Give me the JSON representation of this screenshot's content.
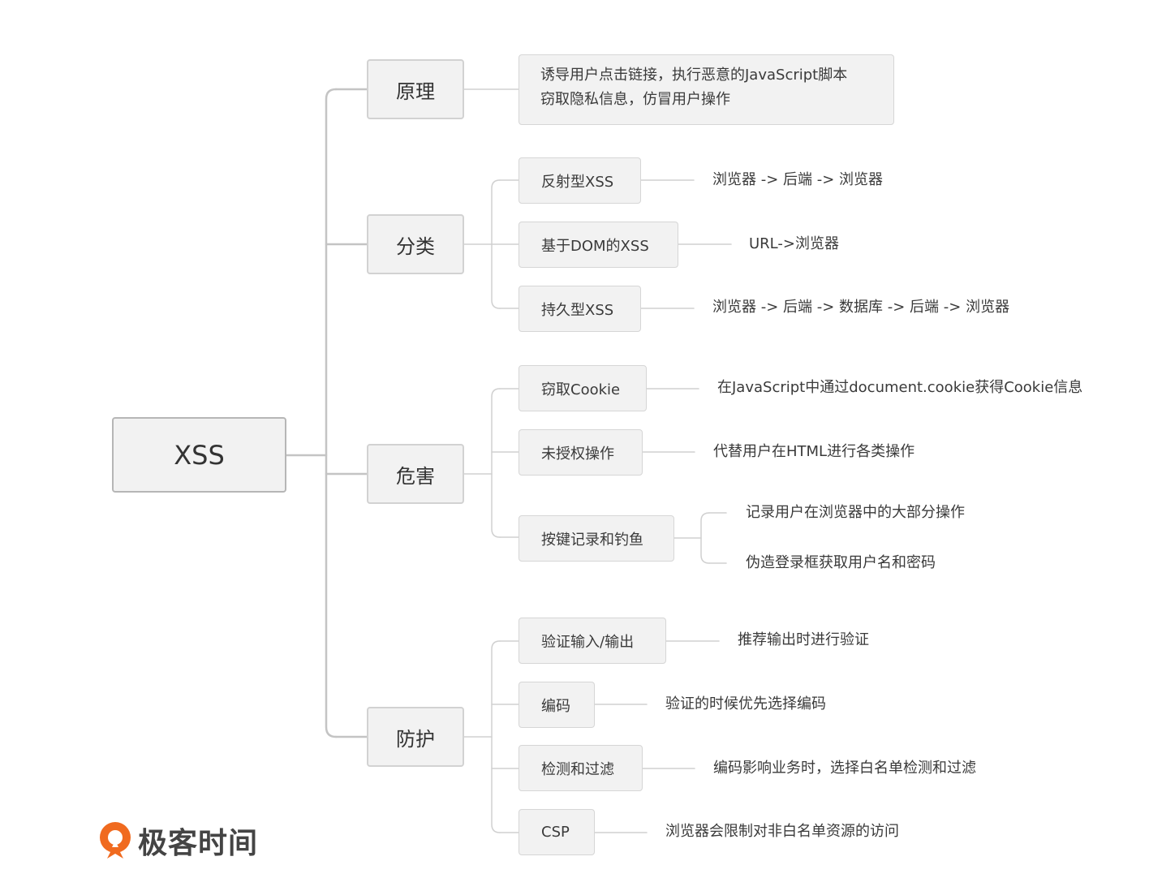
{
  "root": {
    "label": "XSS"
  },
  "branches": [
    {
      "label": "原理",
      "description": [
        "诱导用户点击链接，执行恶意的JavaScript脚本",
        "窃取隐私信息，仿冒用户操作"
      ]
    },
    {
      "label": "分类",
      "children": [
        {
          "label": "反射型XSS",
          "details": [
            "浏览器 -> 后端 -> 浏览器"
          ]
        },
        {
          "label": "基于DOM的XSS",
          "details": [
            "URL->浏览器"
          ]
        },
        {
          "label": "持久型XSS",
          "details": [
            "浏览器 -> 后端 -> 数据库 -> 后端 -> 浏览器"
          ]
        }
      ]
    },
    {
      "label": "危害",
      "children": [
        {
          "label": "窃取Cookie",
          "details": [
            "在JavaScript中通过document.cookie获得Cookie信息"
          ]
        },
        {
          "label": "未授权操作",
          "details": [
            "代替用户在HTML进行各类操作"
          ]
        },
        {
          "label": "按键记录和钓鱼",
          "details": [
            "记录用户在浏览器中的大部分操作",
            "伪造登录框获取用户名和密码"
          ]
        }
      ]
    },
    {
      "label": "防护",
      "children": [
        {
          "label": "验证输入/输出",
          "details": [
            "推荐输出时进行验证"
          ]
        },
        {
          "label": "编码",
          "details": [
            "验证的时候优先选择编码"
          ]
        },
        {
          "label": "检测和过滤",
          "details": [
            "编码影响业务时，选择白名单检测和过滤"
          ]
        },
        {
          "label": "CSP",
          "details": [
            "浏览器会限制对非白名单资源的访问"
          ]
        }
      ]
    }
  ],
  "logo": {
    "text": "极客时间",
    "color": "#f06a1f"
  },
  "colors": {
    "connector": "#c4c4c4",
    "node_bg": "#f2f2f2"
  }
}
